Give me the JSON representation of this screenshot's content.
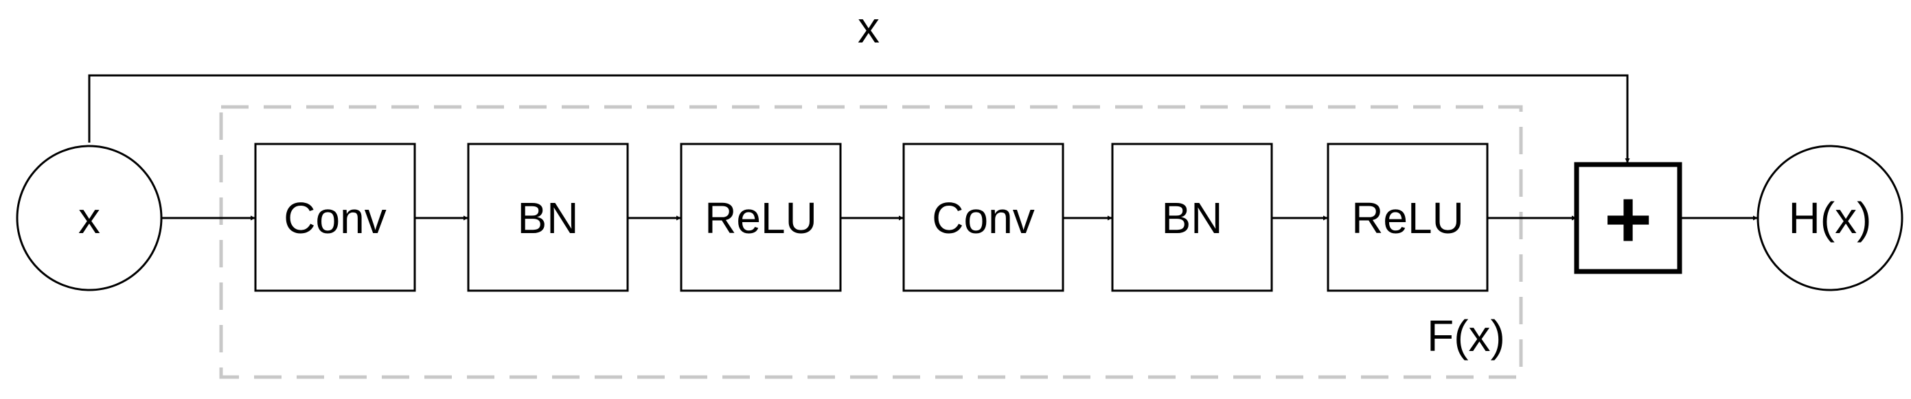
{
  "input": {
    "label": "x"
  },
  "skip": {
    "label": "x"
  },
  "blocks": [
    {
      "label": "Conv"
    },
    {
      "label": "BN"
    },
    {
      "label": "ReLU"
    },
    {
      "label": "Conv"
    },
    {
      "label": "BN"
    },
    {
      "label": "ReLU"
    }
  ],
  "residual": {
    "label": "F(x)"
  },
  "sum": {
    "symbol": "+"
  },
  "output": {
    "label": "H(x)"
  }
}
